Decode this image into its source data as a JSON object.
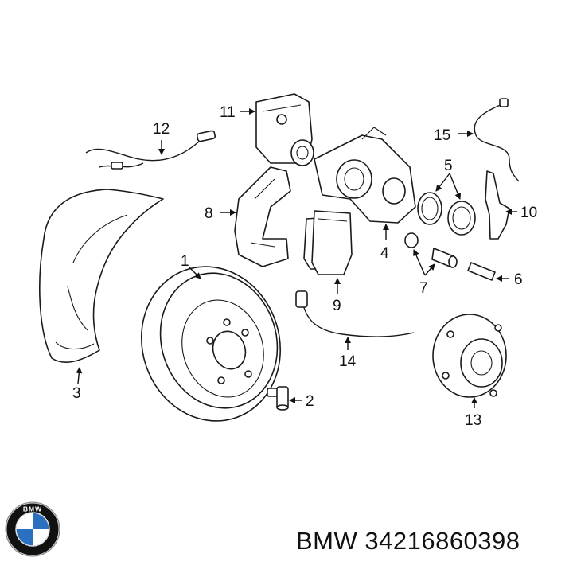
{
  "callouts": {
    "c1": "1",
    "c2": "2",
    "c3": "3",
    "c4": "4",
    "c5": "5",
    "c6": "6",
    "c7": "7",
    "c8": "8",
    "c9": "9",
    "c10": "10",
    "c11": "11",
    "c12": "12",
    "c13": "13",
    "c14": "14",
    "c15": "15"
  },
  "footer": {
    "brand": "BMW",
    "part_number": "34216860398",
    "caption": "BMW 34216860398"
  },
  "logo": {
    "text": "BMW",
    "colors": {
      "blue": "#2a6fc0",
      "white": "#ffffff",
      "black": "#111111",
      "ring": "#e6e6e6"
    }
  }
}
